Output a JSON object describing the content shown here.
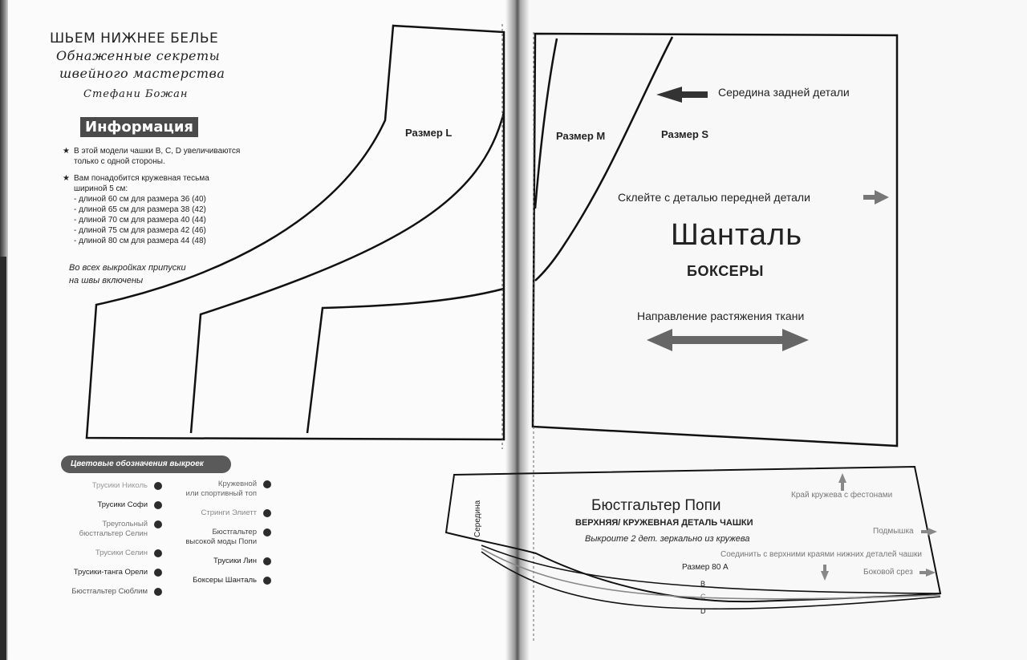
{
  "book": {
    "title": "ШЬЕМ НИЖНЕЕ БЕЛЬЕ",
    "subtitle_line1": "Обнаженные секреты",
    "subtitle_line2": "швейного мастерства",
    "author": "Стефани Божан"
  },
  "info": {
    "heading": "Информация",
    "items": [
      {
        "line1": "В этой модели чашки B, C, D увеличиваются",
        "line2": "только с одной стороны."
      },
      {
        "line1": "Вам понадобится кружевная тесьма",
        "line2": "шириной 5 см:"
      }
    ],
    "lengths": [
      "- длиной 60 см для размера 36 (40)",
      "- длиной 65 см для размера 38 (42)",
      "- длиной 70 см для размера 40 (44)",
      "- длиной 75 см для размера 42 (46)",
      "- длиной 80 см для размера 44 (48)"
    ],
    "note_line1": "Во всех выкройках припуски",
    "note_line2": "на швы включены"
  },
  "legend": {
    "title": "Цветовые обозначения выкроек",
    "column1": [
      "Трусики Николь",
      "Трусики Софи",
      "Треугольный",
      "Трусики Селин",
      "Трусики-танга Орели",
      "Бюстгальтер Сюблим"
    ],
    "column1_extra": "бюстгальтер Селин",
    "column2": [
      "Кружевной",
      "Стринги Элиетт",
      "Бюстгальтер",
      "Трусики Лин",
      "Боксеры Шанталь"
    ],
    "column2_extra1": "или спортивный топ",
    "column2_extra2": "высокой моды Попи"
  },
  "pattern_left": {
    "size_label": "Размер L"
  },
  "pattern_right": {
    "size_m": "Размер M",
    "size_s": "Размер S",
    "back_center": "Середина задней детали",
    "glue_front": "Склейте с деталью передней детали",
    "title": "Шанталь",
    "subtitle": "БОКСЕРЫ",
    "stretch": "Направление растяжения ткани"
  },
  "popi": {
    "center_label": "Середина",
    "title": "Бюстгальтер Попи",
    "subtitle": "ВЕРХНЯЯ/ КРУЖЕВНАЯ ДЕТАЛЬ ЧАШКИ",
    "cut": "Выкроите 2 дет. зеркально из кружева",
    "scallop_edge": "Край кружева с фестонами",
    "armpit": "Подмышка",
    "join": "Соединить с верхними краями нижних деталей чашки",
    "side_cut": "Боковой срез",
    "size": "Размер 80 A",
    "cup_b": "B",
    "cup_c": "C",
    "cup_d": "D"
  }
}
